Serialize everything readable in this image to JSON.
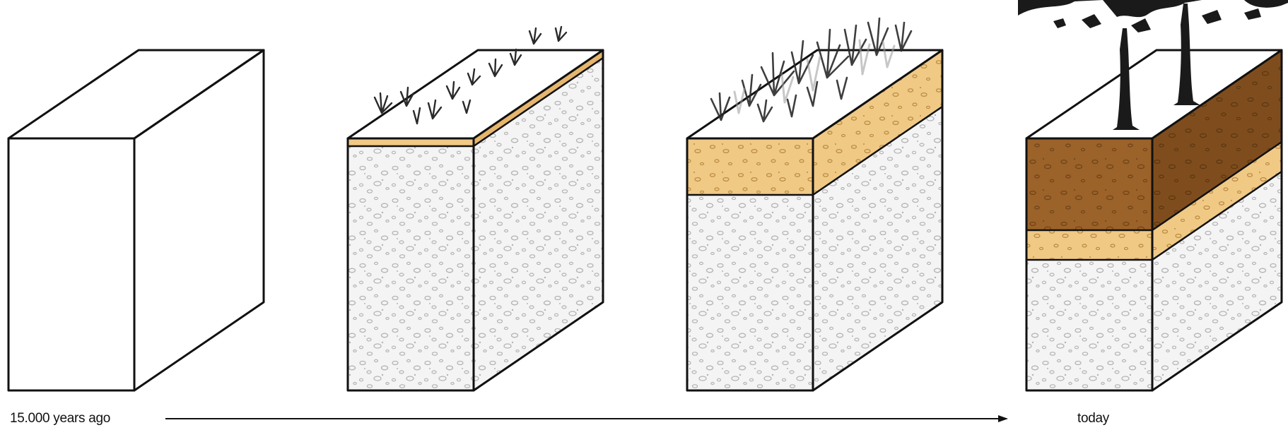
{
  "timeline": {
    "start_label": "15.000 years ago",
    "end_label": "today"
  },
  "colors": {
    "parent_material": "#f4f4f4",
    "pebble": "#b4b4b4",
    "light_horizon": "#f0c985",
    "dark_horizon": "#9b6229",
    "topsoil_top": "#a3723e",
    "outline": "#111111",
    "vegetation": "#2a2a2a"
  },
  "stages": [
    {
      "name": "stage-1-bare-parent-material",
      "layers": [
        "parent material"
      ],
      "vegetation": "none"
    },
    {
      "name": "stage-2-thin-soil-with-grass",
      "layers": [
        "thin light horizon",
        "parent material"
      ],
      "vegetation": "sparse grass"
    },
    {
      "name": "stage-3-soil-with-tall-grass",
      "layers": [
        "light horizon",
        "parent material"
      ],
      "vegetation": "tall grass"
    },
    {
      "name": "stage-4-mature-soil-with-trees",
      "layers": [
        "dark horizon",
        "light horizon",
        "parent material"
      ],
      "vegetation": "trees"
    }
  ]
}
